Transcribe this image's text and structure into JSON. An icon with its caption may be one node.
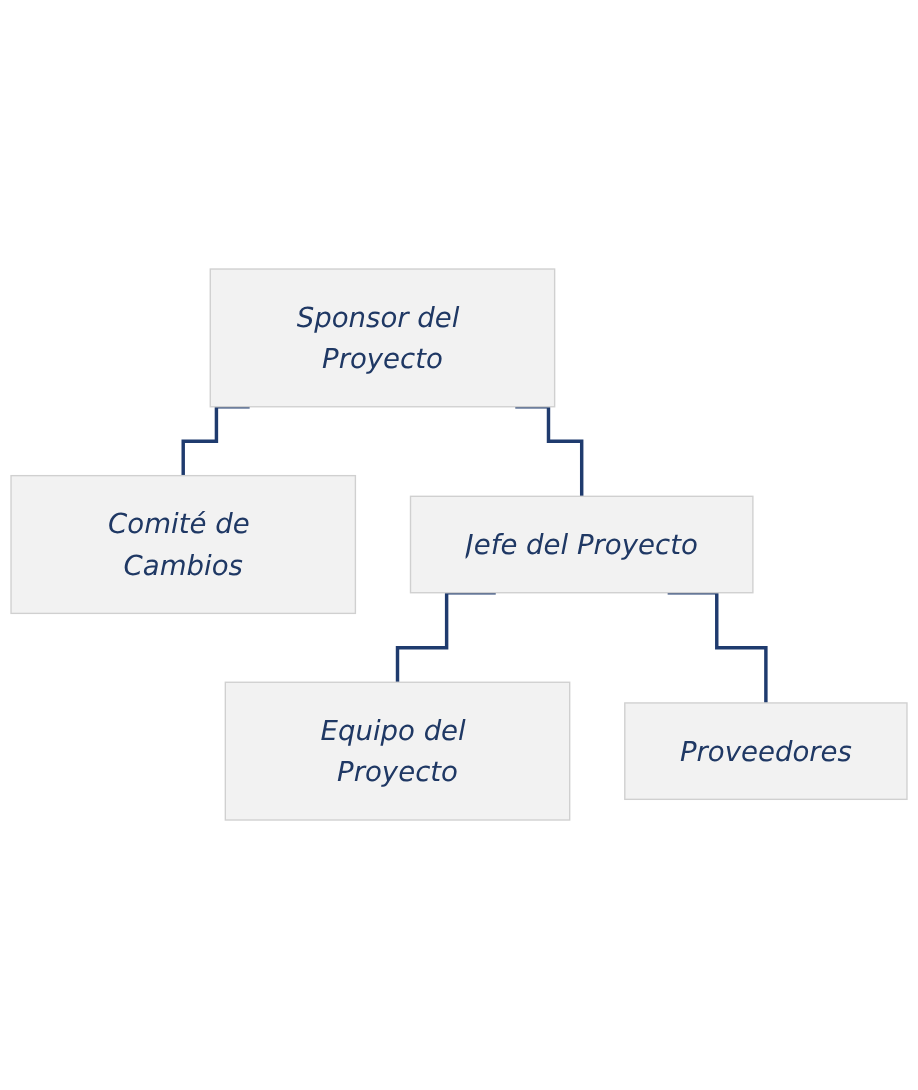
{
  "diagram": {
    "nodes": [
      {
        "text": [
          "Sponsor del Proyecto"
        ]
      },
      {
        "text": [
          "Comité de Cambios"
        ]
      },
      {
        "text": [
          "Jefe del Proyecto"
        ]
      },
      {
        "text": [
          "Equipo del Proyecto"
        ]
      },
      {
        "text": [
          "Proveedores"
        ]
      }
    ],
    "edges": [
      {
        "from": 0,
        "to": 1,
        "arrow": "none"
      },
      {
        "from": 0,
        "to": 2,
        "arrow": "none"
      },
      {
        "from": 2,
        "to": 3,
        "arrow": "none"
      },
      {
        "from": 2,
        "to": 4,
        "arrow": "none"
      }
    ]
  }
}
